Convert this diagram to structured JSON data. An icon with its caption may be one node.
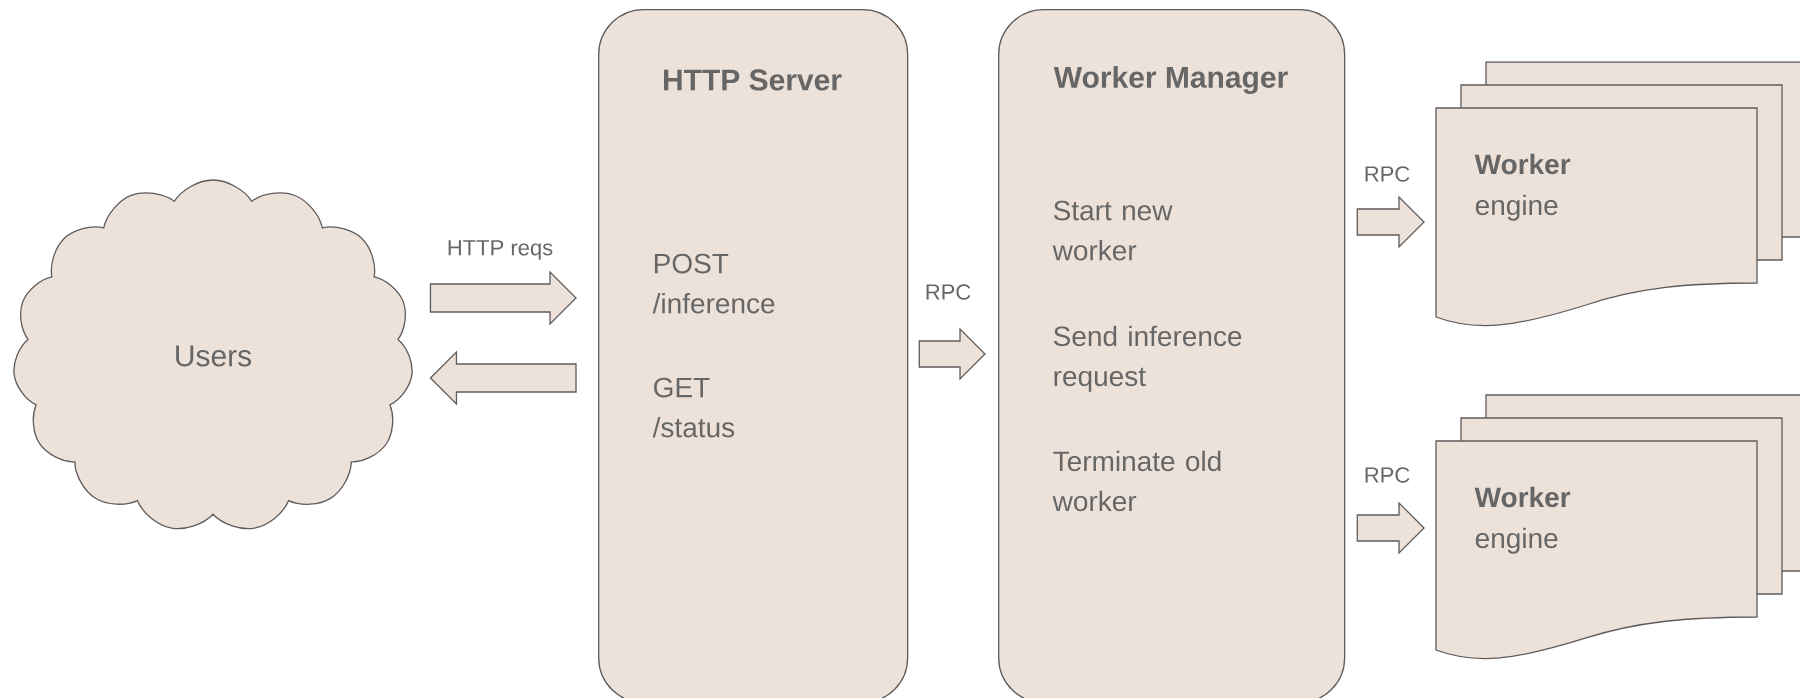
{
  "diagram": {
    "nodes": [
      {
        "text": [
          "Users"
        ]
      },
      {
        "text": [
          "HTTP Server",
          "POST /inference",
          "GET /status"
        ]
      },
      {
        "text": [
          "Worker Manager",
          "Start new worker",
          "Send inference request",
          "Terminate old worker"
        ]
      },
      {
        "text": [
          "Worker",
          "engine"
        ]
      },
      {
        "text": [
          "Worker",
          "engine"
        ]
      }
    ],
    "edges": [
      {
        "from": 0,
        "to": 1,
        "arrow": "to",
        "label": "HTTP reqs"
      },
      {
        "from": 1,
        "to": 0,
        "arrow": "to"
      },
      {
        "from": 1,
        "to": 2,
        "arrow": "to",
        "label": "RPC"
      },
      {
        "from": 2,
        "to": 3,
        "arrow": "to",
        "label": "RPC"
      },
      {
        "from": 2,
        "to": 4,
        "arrow": "to",
        "label": "RPC"
      }
    ]
  }
}
